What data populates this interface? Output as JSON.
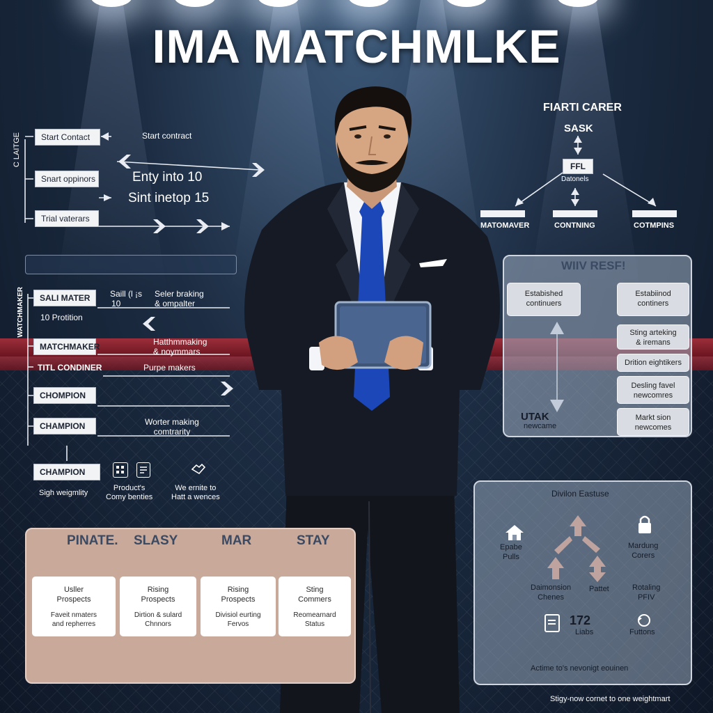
{
  "title": "IMA MATCHMLKE",
  "top_left_flow": {
    "side_label": "C LAITGE",
    "boxes": [
      "Start Contact",
      "Snart oppinors",
      "Trial vaterars"
    ],
    "texts": [
      "Start contract",
      "Enty into 10",
      "Sint inetop 15"
    ]
  },
  "top_right_tree": {
    "heading": "FIARTI CARER",
    "sub": "SASK",
    "node_box": "FFL",
    "node_sub": "Datonels",
    "leaves": [
      "MATOMAVER",
      "CONTNING",
      "COTMPINS"
    ]
  },
  "left_ladder": {
    "side_label": "WATCHMAKER",
    "boxes": [
      "SALI MATER",
      "MATCHMAKER",
      "TITL CONDINER",
      "CHOMPION",
      "CHAMPION",
      "CHAMPION"
    ],
    "texts": {
      "sall_a": "Saill (l ¡s",
      "sall_b": "10",
      "seler": "Seler braking\n& ompalter",
      "prot": "10 Protition",
      "match": "Hatthmmaking\n& noymmars",
      "purpe": "Purpe makers",
      "worter": "Worter making\ncomtrarity",
      "sigh": "Sigh weigmlity",
      "prod": "Product's\nComy benties",
      "we": "We ernite to\nHatt a wences"
    },
    "icons": [
      "product-badge-icon",
      "list-book-icon",
      "handshake-icon"
    ]
  },
  "right_panel": {
    "title": "WIIV RESF!",
    "left_cards": [
      "Estabished\ncontinuers"
    ],
    "left_label": "UTAK",
    "left_label_sub": "newcame",
    "right_cards": [
      "Estabiinod\ncontiners",
      "Sting arteking\n& iremans",
      "Drition eightikers",
      "Desling favel\nnewcomres",
      "Markt sion\nnewcomes"
    ]
  },
  "division_panel": {
    "title": "Divilon Eastuse",
    "items": {
      "house": "Epabe\nPulls",
      "lock": "Mardung\nCorers",
      "promo": "Daimonsion\nChenes",
      "parrot": "Pattet",
      "rotating": "Rotaling\nPFIV",
      "num": "172",
      "num_sub": "Liabs",
      "futt": "Futtons",
      "footer": "Actime to's nevonigt eouinen"
    },
    "icons": [
      "house-icon",
      "lock-icon",
      "document-icon",
      "rotate-icon"
    ]
  },
  "bottom_panel": {
    "headers": [
      "PINATE.",
      "SLASY",
      "MAR",
      "STAY"
    ],
    "cards": [
      {
        "title": "Usller\nProspects",
        "sub": "Faveit nmaters\nand repherres"
      },
      {
        "title": "Rising\nProspects",
        "sub": "Dirtion & sulard\nChnnors"
      },
      {
        "title": "Rising\nProspects",
        "sub": "Divisiol eurting\nFervos"
      },
      {
        "title": "Sting\nCommers",
        "sub": "Reomearnard\nStatus"
      }
    ]
  },
  "footer_text": "Stigy-now cornet to one weightmart",
  "colors": {
    "accent_orange": "#f0a07e",
    "tie_blue": "#1b47b8",
    "rope_red": "#8a2230"
  }
}
